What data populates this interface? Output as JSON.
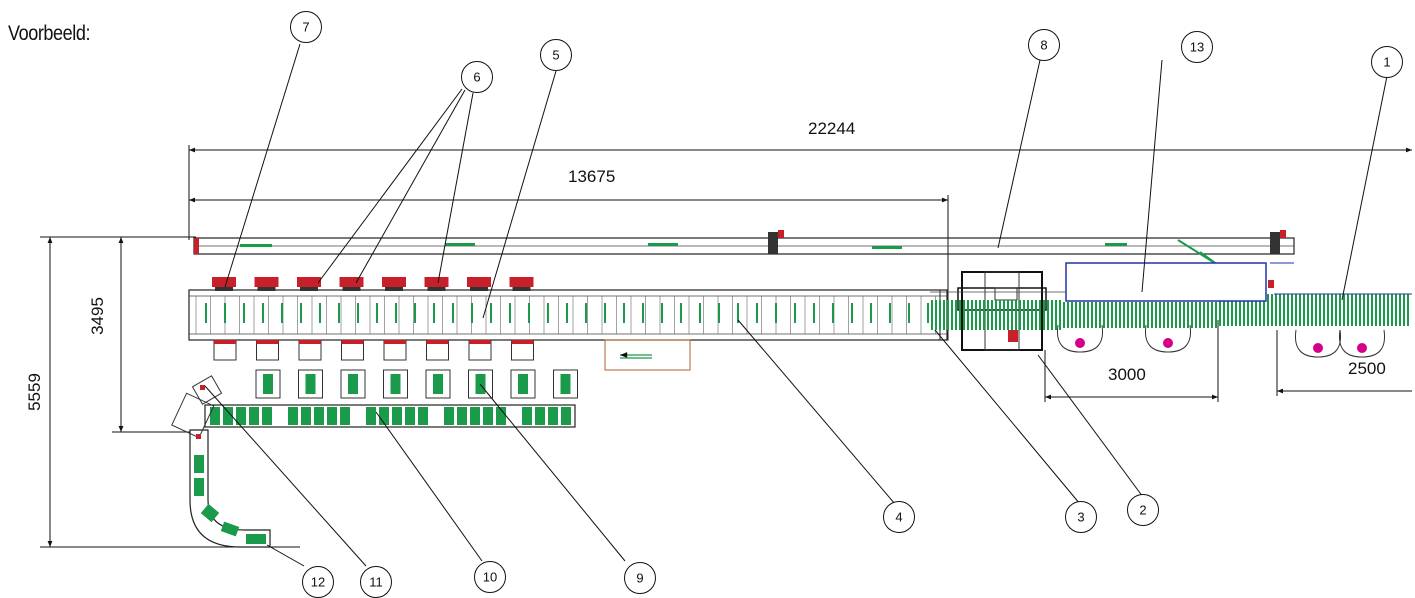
{
  "title": "Voorbeeld:",
  "dimensions": {
    "total_length": "22244",
    "partial_length": "13675",
    "height_total": "5559",
    "height_partial": "3495",
    "segment_a": "3000",
    "segment_b": "2500"
  },
  "callouts": [
    "1",
    "2",
    "3",
    "4",
    "5",
    "6",
    "7",
    "8",
    "9",
    "10",
    "11",
    "12",
    "13"
  ],
  "colors": {
    "conveyor_green": "#1a9a4a",
    "accent_red": "#c8202a",
    "pink_marker": "#d4008a",
    "blue_frame": "#2233aa"
  }
}
